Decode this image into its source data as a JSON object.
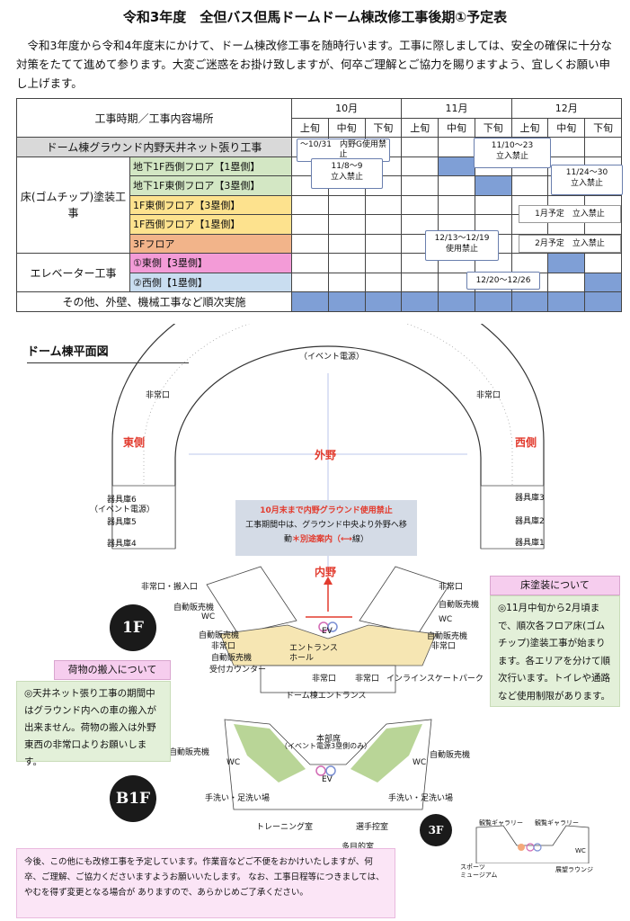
{
  "title": "令和3年度　全但バス但馬ドームドーム棟改修工事後期①予定表",
  "intro": "令和3年度から令和4年度末にかけて、ドーム棟改修工事を随時行います。工事に際しましては、安全の確保に十分な対策をたてて進めて参ります。大変ご迷惑をお掛け致しますが、何卒ご理解とご協力を賜りますよう、宜しくお願い申し上げます。",
  "table": {
    "header_label": "工事時期／工事内容場所",
    "months": [
      "10月",
      "11月",
      "12月"
    ],
    "periods": [
      "上旬",
      "中旬",
      "下旬",
      "上旬",
      "中旬",
      "下旬",
      "上旬",
      "中旬",
      "下旬"
    ],
    "rows": [
      {
        "label": "ドーム棟グラウンド内野天井ネット張り工事"
      },
      {
        "group": "床(ゴムチップ)塗装工事",
        "label": "地下1F西側フロア【1塁側】"
      },
      {
        "label": "地下1F東側フロア【3塁側】"
      },
      {
        "label": "1F東側フロア【3塁側】"
      },
      {
        "label": "1F西側フロア【1塁側】"
      },
      {
        "label": "3Fフロア"
      },
      {
        "group": "エレベーター工事",
        "label": "①東側【3塁側】"
      },
      {
        "label": "②西側【1塁側】"
      },
      {
        "label": "その他、外壁、機械工事など順次実施"
      }
    ],
    "callouts": {
      "net": "～10/31　内野G使用禁止",
      "c1110": "11/10～23",
      "c1110b": "立入禁止",
      "c118": "11/8～9",
      "c118b": "立入禁止",
      "c1124": "11/24～30",
      "c1124b": "立入禁止",
      "jan": "1月予定　立入禁止",
      "feb": "2月予定　立入禁止",
      "c1213": "12/13～12/19",
      "c1213b": "使用禁止",
      "c1220": "12/20～12/26"
    }
  },
  "plan": {
    "heading": "ドーム棟平面図",
    "event_power": "（イベント電源）",
    "emergency": "非常口",
    "east": "東側",
    "west": "西側",
    "outfield": "外野",
    "infield": "内野",
    "notice_red": "10月末まで内野グラウンド使用禁止",
    "notice_line1": "工事期間中は、グラウンド中央より外野へ移",
    "notice_line2a": "動",
    "notice_line2b": "＊別途案内（",
    "notice_line2c": "線）",
    "storage6": "器具庫6",
    "storage6b": "（イベント電源）",
    "storage5": "器具庫5",
    "storage4": "器具庫4",
    "storage3": "器具庫3",
    "storage2": "器具庫2",
    "storage1": "器具庫1",
    "emergency_entry": "非常口・搬入口",
    "vending": "自動販売機",
    "wc": "WC",
    "ev": "EV",
    "entrance_hall": "エントランス\nホール",
    "reception": "受付カウンター",
    "inline": "インラインスケートパーク",
    "dome_entrance": "ドーム棟エントランス",
    "hq": "本部席",
    "hq_sub": "（イベント電源3塁側のみ）",
    "washroom": "手洗い・足洗い場",
    "training": "トレーニング室",
    "waiting": "選手控室",
    "multipurpose": "多目的室",
    "gallery": "観覧ギャラリー",
    "sports_museum": "スポーツ\nミュージアム",
    "lounge": "展望ラウンジ",
    "floor_1f": "1F",
    "floor_b1f": "B1F",
    "floor_3f": "3F"
  },
  "cargo_box": {
    "title": "荷物の搬入について",
    "body": "◎天井ネット張り工事の期間中はグラウンド内への車の搬入が出来ません。荷物の搬入は外野東西の非常口よりお願いします。"
  },
  "floor_box": {
    "title": "床塗装について",
    "body": "◎11月中旬から2月頃まで、順次各フロア床(ゴムチップ)塗装工事が始まります。各エリアを分けて順次行います。トイレや通路など使用制限があります。"
  },
  "bottom_note": "今後、この他にも改修工事を予定しています。作業音などご不便をおかけいたしますが、何卒、ご理解、ご協力くださいますようお願いいたします。 なお、工事日程等につきましては、やむを得ず変更となる場合が ありますので、あらかじめご了承ください。"
}
